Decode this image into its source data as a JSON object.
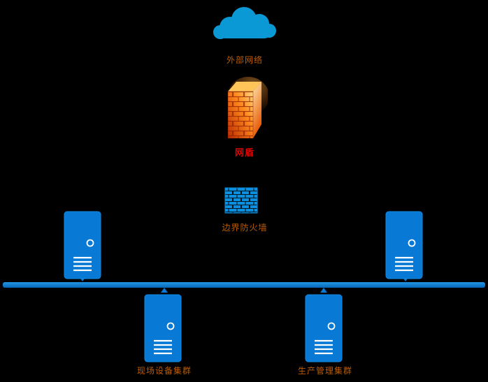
{
  "diagram": {
    "background": "#000000",
    "nodes": {
      "external_network": {
        "label": "外部网络",
        "type": "cloud"
      },
      "shield": {
        "label": "网盾",
        "type": "firewall-3d"
      },
      "border_firewall": {
        "label": "边界防火墙",
        "type": "brick-wall"
      },
      "server_top_left": {
        "type": "server"
      },
      "server_top_right": {
        "type": "server"
      },
      "field_device_cluster": {
        "label": "现场设备集群",
        "type": "server"
      },
      "production_mgmt_cluster": {
        "label": "生产管理集群",
        "type": "server"
      }
    },
    "colors": {
      "label_text": "#BE5C00",
      "shield_label_text": "#E60000",
      "node_blue": "#0879D4",
      "cloud_blue": "#0B99D6",
      "firewall_orange": "#FF8A1E",
      "bus_blue": "#0879D4"
    }
  }
}
